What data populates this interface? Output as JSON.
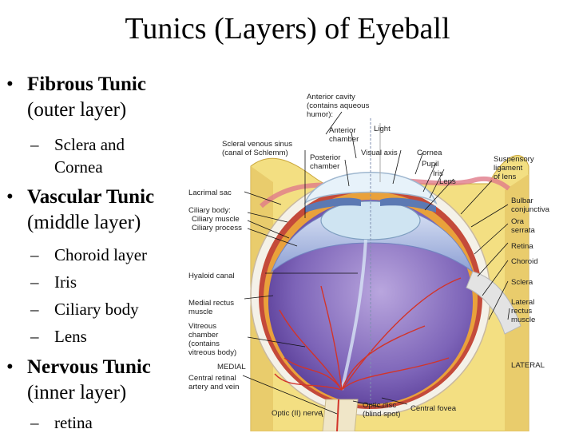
{
  "title": "Tunics (Layers) of Eyeball",
  "bullets": [
    {
      "heading": "Fibrous Tunic",
      "sub": "(outer layer)",
      "items": [
        "Sclera and",
        "Cornea"
      ]
    },
    {
      "heading": "Vascular Tunic",
      "sub": "(middle layer)",
      "items": [
        "Choroid layer",
        "Iris",
        "Ciliary body",
        "Lens"
      ]
    },
    {
      "heading": "Nervous Tunic",
      "sub": "(inner layer)",
      "items": [
        "retina"
      ]
    }
  ],
  "figure_labels": {
    "anterior_cavity": [
      "Anterior cavity",
      "(contains aqueous",
      "humor):"
    ],
    "anterior_chamber": [
      "Anterior",
      "chamber"
    ],
    "light": "Light",
    "scleral_sinus": [
      "Scleral venous sinus",
      "(canal of Schlemm)"
    ],
    "posterior_chamber": [
      "Posterior",
      "chamber"
    ],
    "visual_axis": "Visual axis",
    "cornea": "Cornea",
    "pupil": "Pupil",
    "iris": "Iris",
    "lens": "Lens",
    "suspensory": [
      "Suspensory",
      "ligament",
      "of lens"
    ],
    "lacrimal_sac": "Lacrimal sac",
    "ciliary_body": [
      "Ciliary body:",
      "Ciliary muscle",
      "Ciliary process"
    ],
    "bulbar_conjunctiva": [
      "Bulbar",
      "conjunctiva"
    ],
    "ora_serrata": [
      "Ora",
      "serrata"
    ],
    "retina": "Retina",
    "choroid": "Choroid",
    "hyaloid_canal": "Hyaloid canal",
    "sclera": "Sclera",
    "medial_rectus": [
      "Medial rectus",
      "muscle"
    ],
    "lateral_rectus": [
      "Lateral",
      "rectus",
      "muscle"
    ],
    "vitreous_chamber": [
      "Vitreous",
      "chamber",
      "(contains",
      "vitreous body)"
    ],
    "medial": "MEDIAL",
    "lateral": "LATERAL",
    "central_retinal": [
      "Central retinal",
      "artery and vein"
    ],
    "optic_nerve": "Optic (II) nerve",
    "optic_disc": [
      "Optic disc",
      "(blind spot)"
    ],
    "central_fovea": "Central fovea"
  },
  "colors": {
    "sclera": "#f4f1e8",
    "choroid": "#c44a3a",
    "retina": "#e9a13b",
    "vitreous": "#7d64b8",
    "vitreous_center": "#b9a6de",
    "cornea": "#cfe4f2",
    "ciliary": "#a9b8e0",
    "fat": "#f3df82",
    "vessel": "#d2342a"
  }
}
